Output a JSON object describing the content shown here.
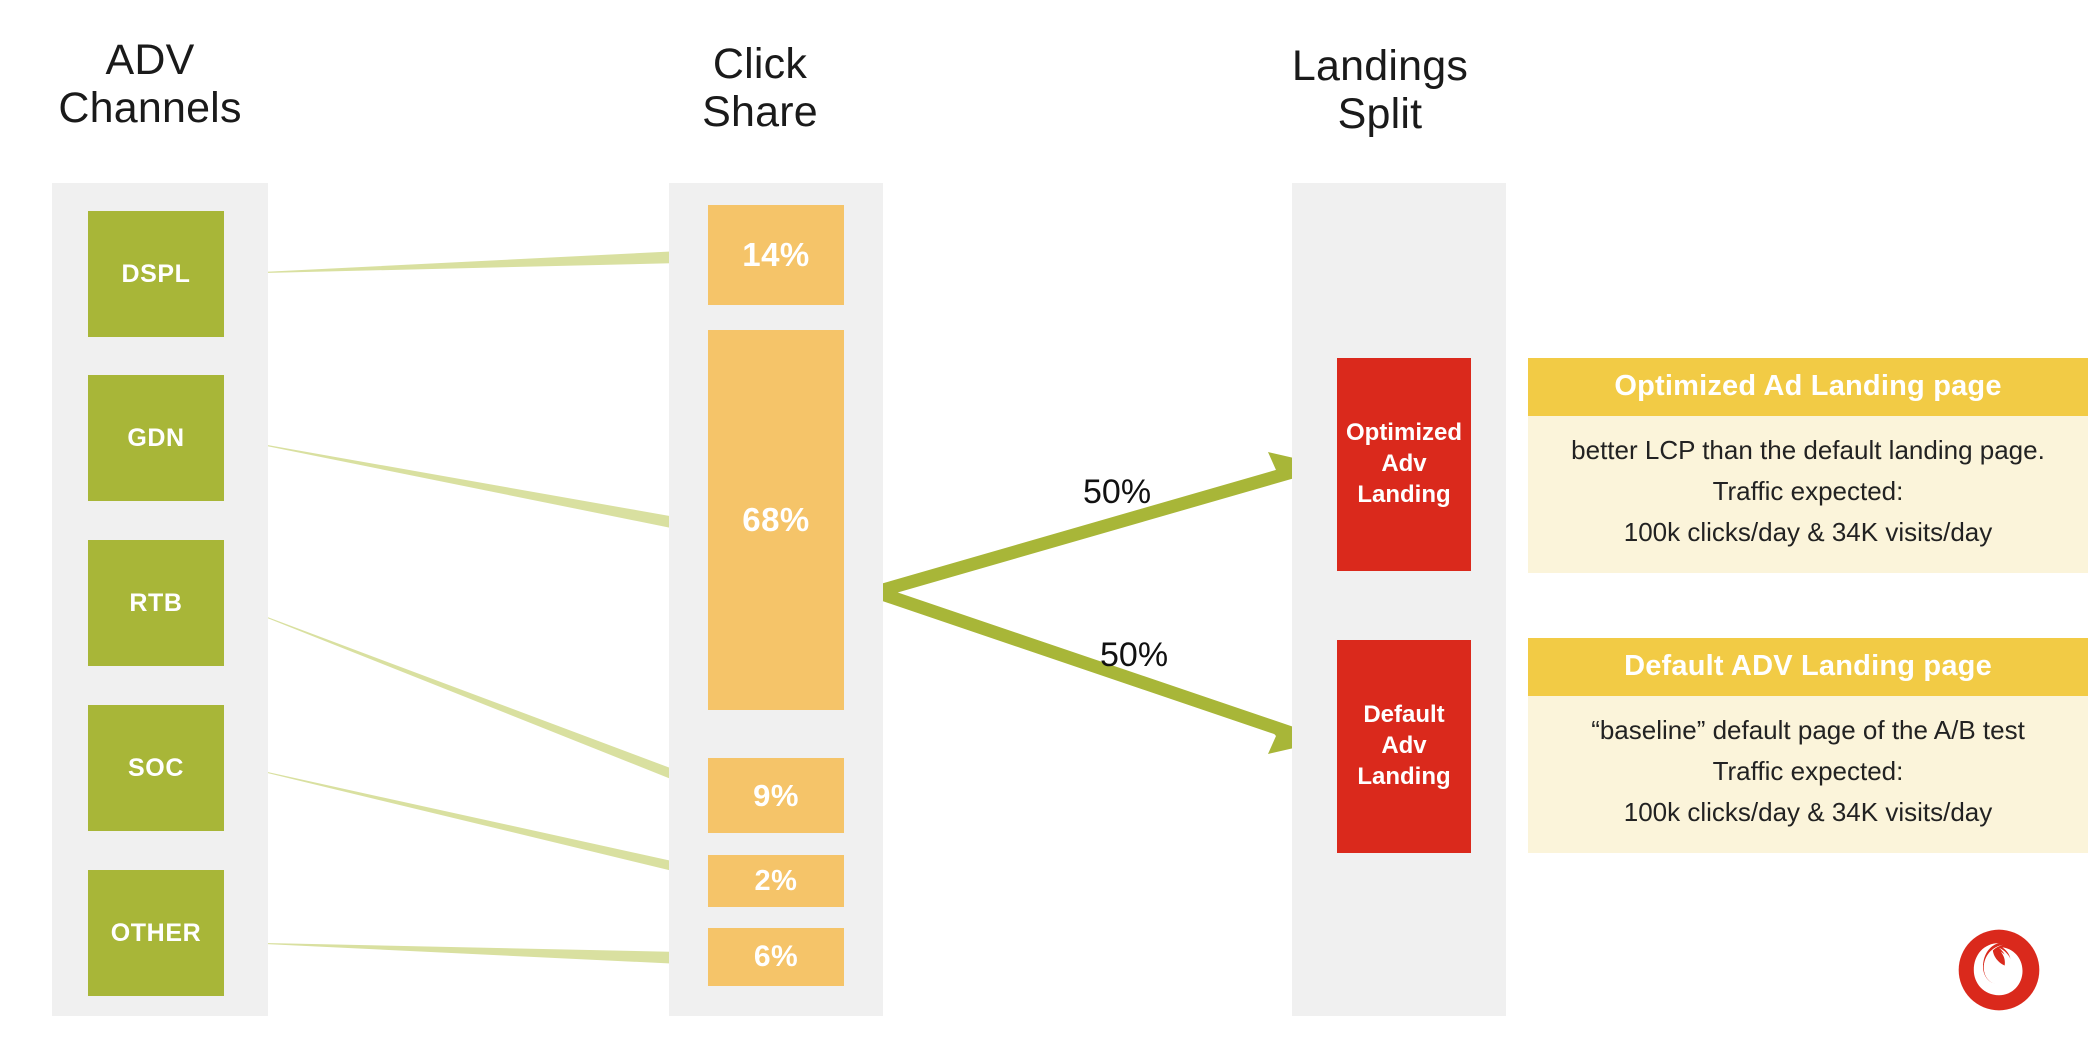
{
  "columns": {
    "adv_channels_title": "ADV\nChannels",
    "click_share_title": "Click\nShare",
    "landings_split_title": "Landings\nSplit"
  },
  "channels": [
    {
      "label": "DSPL"
    },
    {
      "label": "GDN"
    },
    {
      "label": "RTB"
    },
    {
      "label": "SOC"
    },
    {
      "label": "OTHER"
    }
  ],
  "click_share": [
    {
      "label": "14%",
      "value": 14
    },
    {
      "label": "68%",
      "value": 68
    },
    {
      "label": "9%",
      "value": 9
    },
    {
      "label": "2%",
      "value": 2
    },
    {
      "label": "6%",
      "value": 6
    }
  ],
  "split": {
    "top_label": "50%",
    "bottom_label": "50%"
  },
  "landings": [
    {
      "label": "Optimized\nAdv\nLanding"
    },
    {
      "label": "Default\nAdv\nLanding"
    }
  ],
  "panels": [
    {
      "heading": "Optimized Ad Landing page",
      "body": "better LCP than the default landing page.\nTraffic expected:\n100k clicks/day  & 34K visits/day"
    },
    {
      "heading": "Default ADV Landing page",
      "body": "“baseline” default page of the A/B test\nTraffic expected:\n100k clicks/day  & 34K visits/day"
    }
  ],
  "branding": {
    "logo_name": "vodafone-logo"
  },
  "colors": {
    "channel_green": "#A8B638",
    "bar_orange": "#F5C469",
    "landing_red": "#DA291C",
    "panel_header_yellow": "#F2CB45",
    "panel_body_cream": "#FBF4DA",
    "band_grey": "#F0F0F0",
    "thin_arrow_green": "#D9E0A0",
    "thick_arrow_green": "#A8B638",
    "logo_red": "#DA291C"
  },
  "chart_data": {
    "type": "diagram",
    "title": "ADV Channels → Click Share → Landings Split",
    "stages": [
      "ADV Channels",
      "Click Share",
      "Landings Split"
    ],
    "categories": [
      "DSPL",
      "GDN",
      "RTB",
      "SOC",
      "OTHER"
    ],
    "values": [
      14,
      68,
      9,
      2,
      6
    ],
    "unit": "%",
    "links": [
      {
        "from": "DSPL",
        "to": "14%"
      },
      {
        "from": "GDN",
        "to": "68%"
      },
      {
        "from": "RTB",
        "to": "9%"
      },
      {
        "from": "SOC",
        "to": "2%"
      },
      {
        "from": "OTHER",
        "to": "6%"
      }
    ],
    "split": {
      "targets": [
        "Optimized Adv Landing",
        "Default Adv Landing"
      ],
      "values": [
        50,
        50
      ]
    }
  }
}
